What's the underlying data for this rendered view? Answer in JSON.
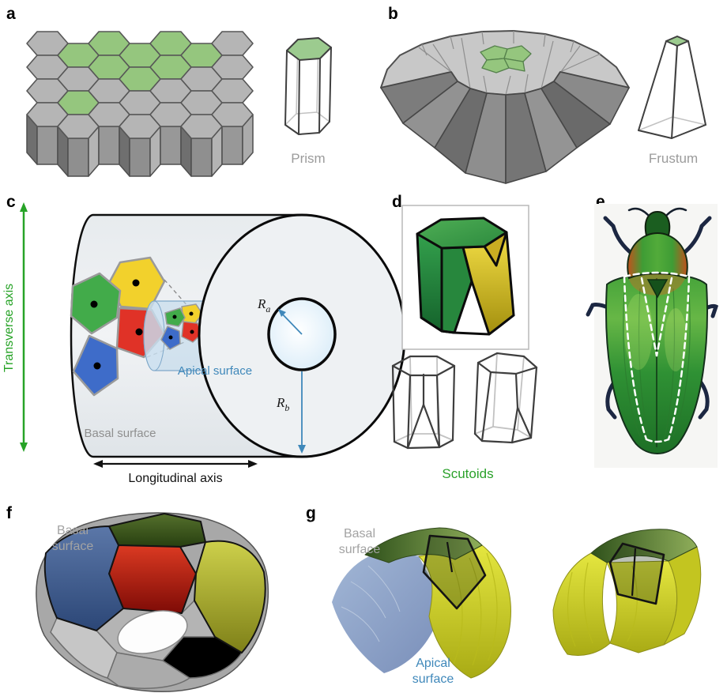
{
  "panels": {
    "a": {
      "letter": "a",
      "caption": "Prism"
    },
    "b": {
      "letter": "b",
      "caption": "Frustum"
    },
    "c": {
      "letter": "c",
      "axis_transverse": "Transverse axis",
      "axis_longitudinal": "Longitudinal axis",
      "label_apical": "Apical surface",
      "label_basal": "Basal surface",
      "radius_apical_symbol": "R",
      "radius_apical_sub": "a",
      "radius_basal_symbol": "R",
      "radius_basal_sub": "b"
    },
    "d": {
      "letter": "d",
      "caption": "Scutoids"
    },
    "e": {
      "letter": "e"
    },
    "f": {
      "letter": "f",
      "label_basal_line1": "Basal",
      "label_basal_line2": "surface"
    },
    "g": {
      "letter": "g",
      "label_basal_line1": "Basal",
      "label_basal_line2": "surface",
      "label_apical_line1": "Apical",
      "label_apical_line2": "surface"
    }
  },
  "colors": {
    "cell_highlight_green": "#95c67e",
    "axis_green": "#27a327",
    "apical_blue": "#3f88ba",
    "caption_gray": "#9b9b9b",
    "scutoids_green": "#2ba12b",
    "map_yellow": "#f2d12c",
    "map_green": "#42ab4a",
    "map_red": "#e03227",
    "map_blue": "#3e6cc9"
  }
}
